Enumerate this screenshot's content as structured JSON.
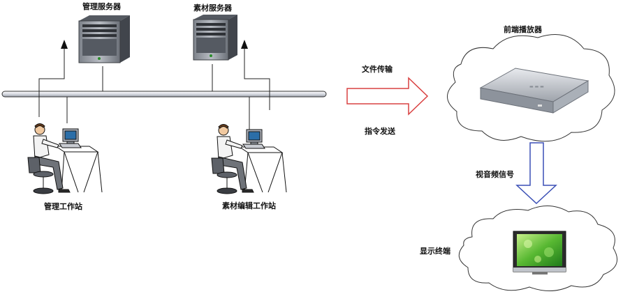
{
  "labels": {
    "mgmt_server": "管理服务器",
    "material_server": "素材服务器",
    "mgmt_workstation": "管理工作站",
    "edit_workstation": "素材编辑工作站",
    "file_transfer": "文件传输",
    "command_send": "指令发送",
    "front_player": "前端播放器",
    "av_signal": "视音频信号",
    "display_terminal": "显示终端"
  },
  "icons": {
    "server": "tower-server-icon",
    "workstation": "operator-at-desk-icon",
    "player": "set-top-box-icon",
    "display": "flat-screen-tv-icon"
  },
  "colors": {
    "transfer_arrow": "#d94040",
    "signal_arrow": "#3a4fb5"
  }
}
